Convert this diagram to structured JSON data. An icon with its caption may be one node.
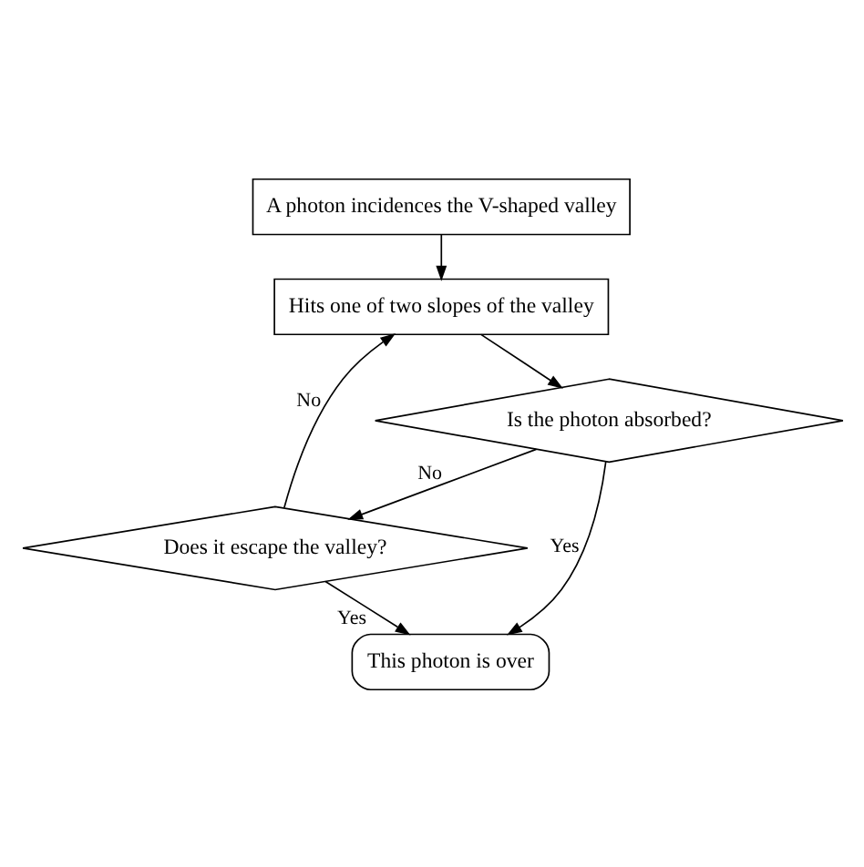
{
  "diagram": {
    "nodes": [
      {
        "text": [
          "A photon incidences the V-shaped valley"
        ]
      },
      {
        "text": [
          "Hits one of two slopes of the valley"
        ]
      },
      {
        "text": [
          "Is the photon absorbed?"
        ]
      },
      {
        "text": [
          "Does it escape the valley?"
        ]
      },
      {
        "text": [
          "This photon is over"
        ]
      }
    ],
    "edges": [
      {
        "from": 0,
        "to": 1,
        "arrow": "to"
      },
      {
        "from": 1,
        "to": 2,
        "arrow": "to"
      },
      {
        "from": 2,
        "to": 3,
        "arrow": "to",
        "label": "No"
      },
      {
        "from": 3,
        "to": 1,
        "arrow": "to",
        "label": "No"
      },
      {
        "from": 2,
        "to": 4,
        "arrow": "to",
        "label": "Yes"
      },
      {
        "from": 3,
        "to": 4,
        "arrow": "to",
        "label": "Yes"
      }
    ]
  }
}
